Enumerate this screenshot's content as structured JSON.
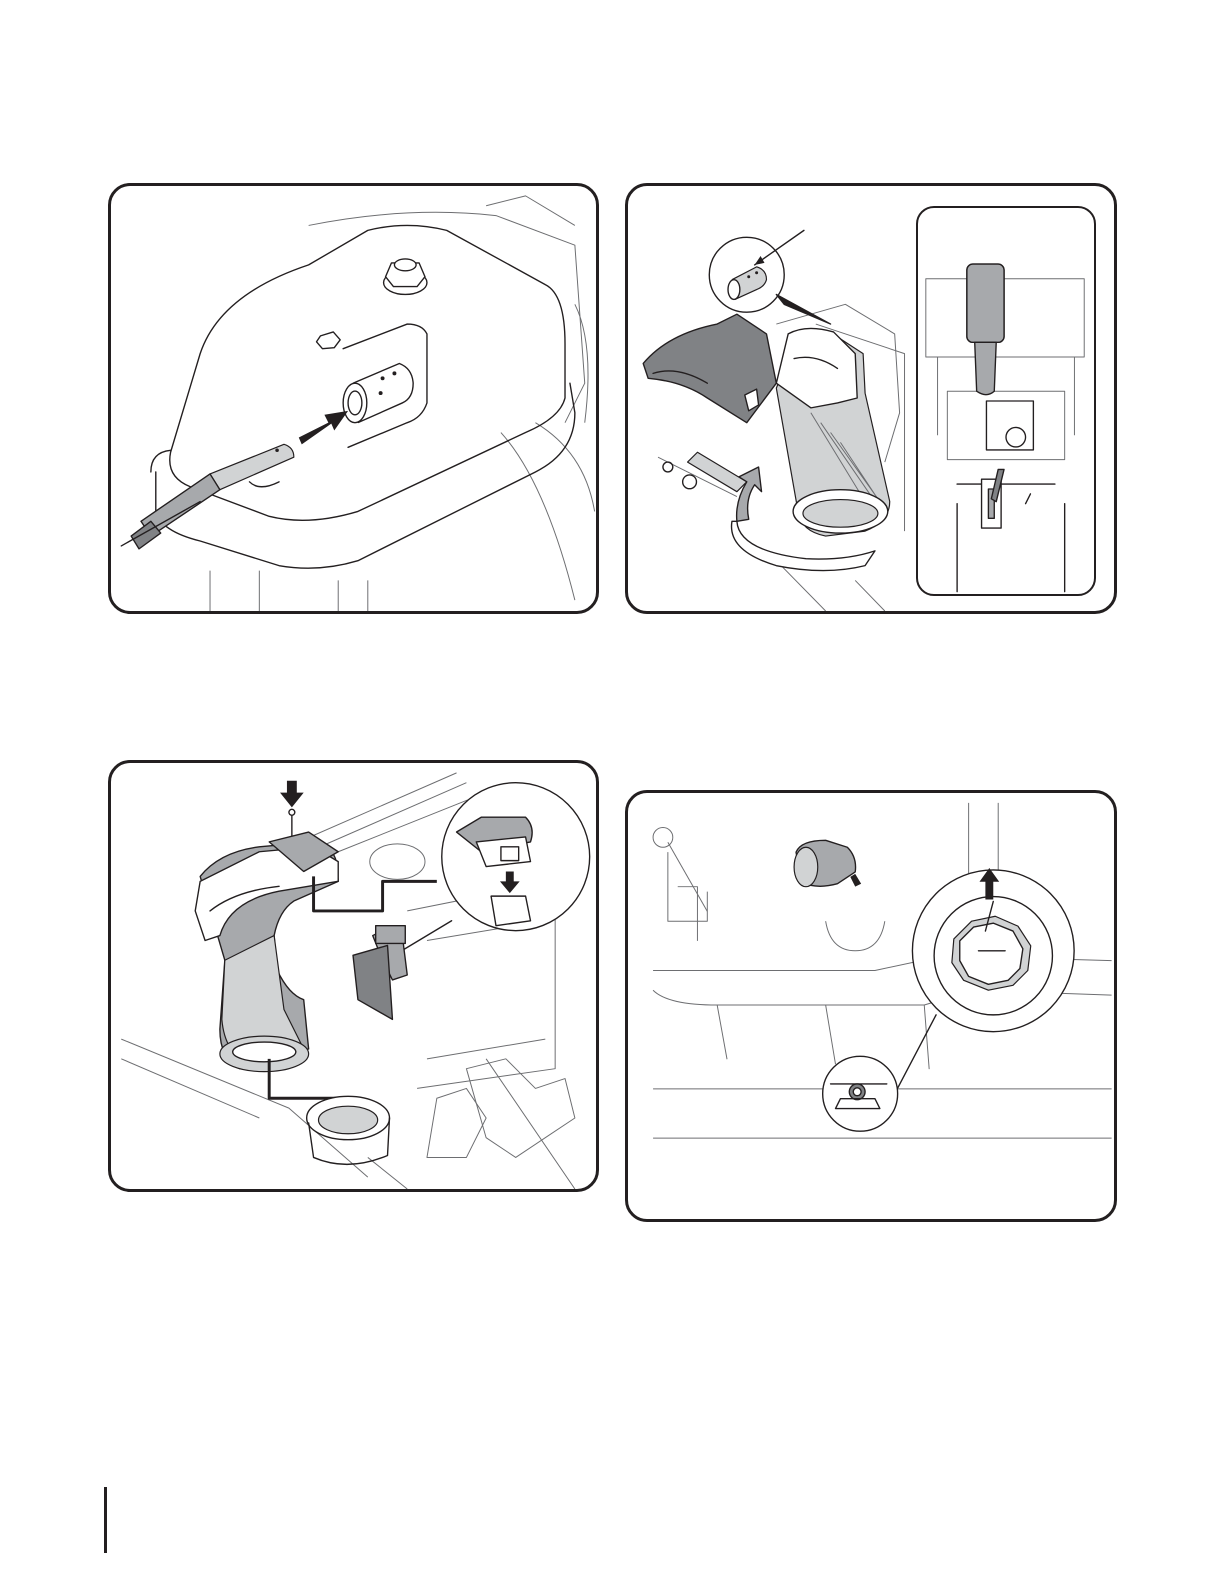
{
  "page": {
    "figures": [
      {
        "id": "fig-1",
        "subject": "shift-rod-inserted-into-coupler"
      },
      {
        "id": "fig-2",
        "subject": "chute-rotation-with-coupler-detail"
      },
      {
        "id": "fig-3",
        "subject": "chute-assembly-mounting-bracket"
      },
      {
        "id": "fig-4",
        "subject": "dash-panel-knob-detail"
      }
    ],
    "colors": {
      "line": "#231f20",
      "fill_mid": "#a7a9ac",
      "fill_dark": "#808285",
      "fill_light": "#d1d3d4"
    }
  }
}
